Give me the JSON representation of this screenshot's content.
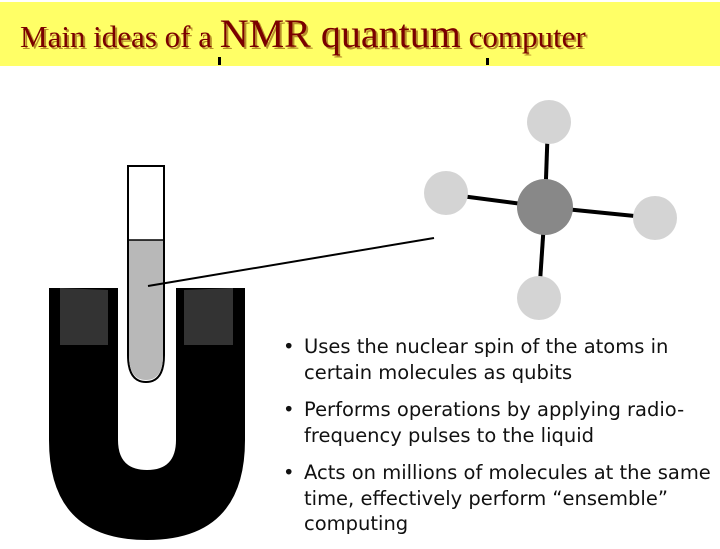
{
  "title": {
    "part1": "Main ideas of a ",
    "part2": "NMR quantum",
    "part3": " computer"
  },
  "bullets": [
    "Uses the nuclear spin of the atoms in certain molecules as qubits",
    "Performs operations by applying radio-frequency pulses to the liquid",
    "Acts on millions of molecules at the same time, effectively perform “ensemble” computing"
  ],
  "colors": {
    "title_bg": "#ffff66",
    "title_text": "#7a0000",
    "magnet_body": "#000000",
    "magnet_poles": "#333333",
    "liquid": "#b8b8b8",
    "central_atom": "#888888",
    "outer_atoms": "#d4d4d4"
  },
  "icons": [
    "magnet",
    "test-tube",
    "molecule"
  ]
}
